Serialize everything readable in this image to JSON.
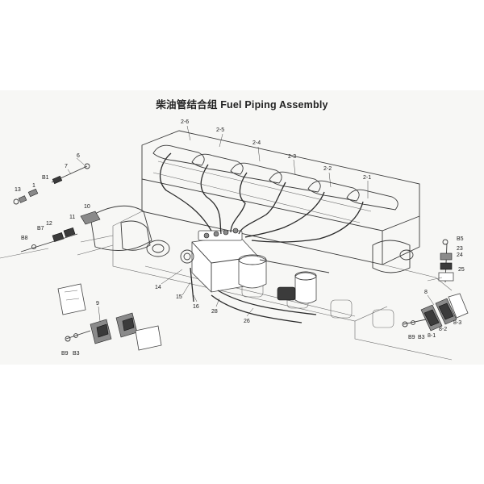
{
  "title": "柴油管结合组 Fuel Piping Assembly",
  "callouts": [
    {
      "id": "c-2-6",
      "text": "2-6"
    },
    {
      "id": "c-2-5",
      "text": "2-5"
    },
    {
      "id": "c-2-4",
      "text": "2-4"
    },
    {
      "id": "c-2-3",
      "text": "2-3"
    },
    {
      "id": "c-2-2",
      "text": "2-2"
    },
    {
      "id": "c-2-1",
      "text": "2-1"
    },
    {
      "id": "c-6",
      "text": "6"
    },
    {
      "id": "c-7",
      "text": "7"
    },
    {
      "id": "c-b1",
      "text": "B1"
    },
    {
      "id": "c-1",
      "text": "1"
    },
    {
      "id": "c-13",
      "text": "13"
    },
    {
      "id": "c-10",
      "text": "10"
    },
    {
      "id": "c-12",
      "text": "12"
    },
    {
      "id": "c-11",
      "text": "11"
    },
    {
      "id": "c-b7",
      "text": "B7"
    },
    {
      "id": "c-b8",
      "text": "B8"
    },
    {
      "id": "c-b5",
      "text": "B5"
    },
    {
      "id": "c-23",
      "text": "23"
    },
    {
      "id": "c-24",
      "text": "24"
    },
    {
      "id": "c-25",
      "text": "25"
    },
    {
      "id": "c-14",
      "text": "14"
    },
    {
      "id": "c-15",
      "text": "15"
    },
    {
      "id": "c-16",
      "text": "16"
    },
    {
      "id": "c-28",
      "text": "28"
    },
    {
      "id": "c-26",
      "text": "26"
    },
    {
      "id": "c-9",
      "text": "9"
    },
    {
      "id": "c-b9-left",
      "text": "B9"
    },
    {
      "id": "c-b3-left",
      "text": "B3"
    },
    {
      "id": "c-8",
      "text": "8"
    },
    {
      "id": "c-b9-right",
      "text": "B9"
    },
    {
      "id": "c-b3-right",
      "text": "B3"
    },
    {
      "id": "c-8-1",
      "text": "8-1"
    },
    {
      "id": "c-8-2",
      "text": "8-2"
    },
    {
      "id": "c-8-3",
      "text": "8-3"
    }
  ]
}
